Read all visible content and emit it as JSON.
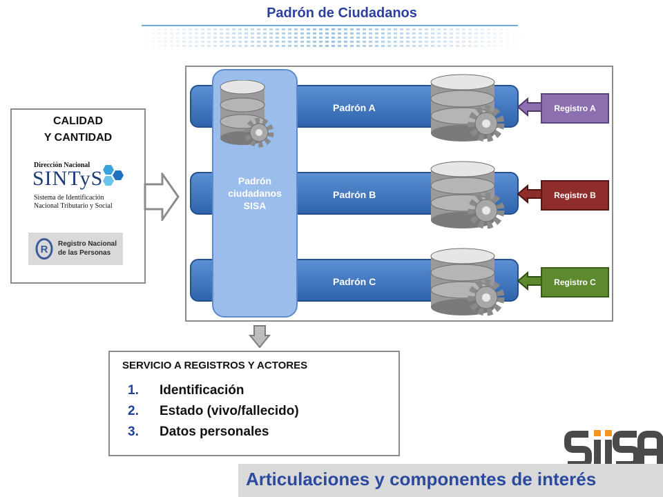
{
  "header": {
    "title": "Padrón de Ciudadanos"
  },
  "left_panel": {
    "line1": "CALIDAD",
    "line2": "Y CANTIDAD",
    "sintys_logo": {
      "top_text": "Dirección Nacional",
      "name": "SINTyS",
      "desc_line1": "Sistema de Identificación",
      "desc_line2": "Nacional Tributario y Social"
    },
    "renaper_logo": {
      "line1": "Registro Nacional",
      "line2": "de las Personas"
    }
  },
  "diagram": {
    "central_label": [
      "Padrón",
      "ciudadanos",
      "SISA"
    ],
    "rows": [
      {
        "padron": "Padrón A",
        "registro": "Registro A",
        "color": "#8b6fae"
      },
      {
        "padron": "Padrón B",
        "registro": "Registro B",
        "color": "#8e2d2b"
      },
      {
        "padron": "Padrón C",
        "registro": "Registro C",
        "color": "#5d8a2f"
      }
    ]
  },
  "service": {
    "title": "SERVICIO A REGISTROS Y ACTORES",
    "items": [
      {
        "num": "1.",
        "text": "Identificación"
      },
      {
        "num": "2.",
        "text": "Estado (vivo/fallecido)"
      },
      {
        "num": "3.",
        "text": "Datos personales"
      }
    ]
  },
  "logo": {
    "name": "SIISA"
  },
  "footer": {
    "text": "Articulaciones y componentes de interés"
  }
}
